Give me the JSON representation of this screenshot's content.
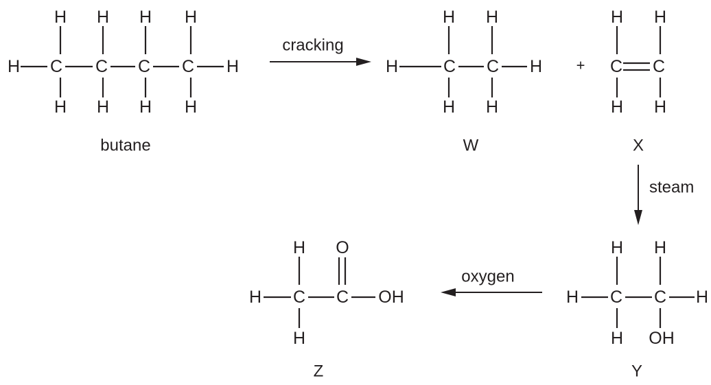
{
  "reaction_labels": {
    "cracking": "cracking",
    "steam": "steam",
    "oxygen": "oxygen"
  },
  "plus_sign": "+",
  "molecules": {
    "butane": {
      "name": "butane",
      "atoms": {
        "h_left": "H",
        "h_right": "H",
        "c1": "C",
        "c2": "C",
        "c3": "C",
        "c4": "C",
        "h1_top": "H",
        "h2_top": "H",
        "h3_top": "H",
        "h4_top": "H",
        "h1_bottom": "H",
        "h2_bottom": "H",
        "h3_bottom": "H",
        "h4_bottom": "H"
      }
    },
    "W": {
      "name": "W",
      "atoms": {
        "h_left": "H",
        "h_right": "H",
        "c1": "C",
        "c2": "C",
        "h1_top": "H",
        "h2_top": "H",
        "h1_bottom": "H",
        "h2_bottom": "H"
      }
    },
    "X": {
      "name": "X",
      "atoms": {
        "c1": "C",
        "c2": "C",
        "h1_top": "H",
        "h2_top": "H",
        "h1_bottom": "H",
        "h2_bottom": "H"
      }
    },
    "Y": {
      "name": "Y",
      "atoms": {
        "h_left": "H",
        "h_right": "H",
        "c1": "C",
        "c2": "C",
        "h1_top": "H",
        "h2_top": "H",
        "h1_bottom": "H",
        "oh": "OH"
      }
    },
    "Z": {
      "name": "Z",
      "atoms": {
        "h_left": "H",
        "oh": "OH",
        "c1": "C",
        "c2": "C",
        "h1_top": "H",
        "o_top": "O",
        "h1_bottom": "H"
      }
    }
  }
}
